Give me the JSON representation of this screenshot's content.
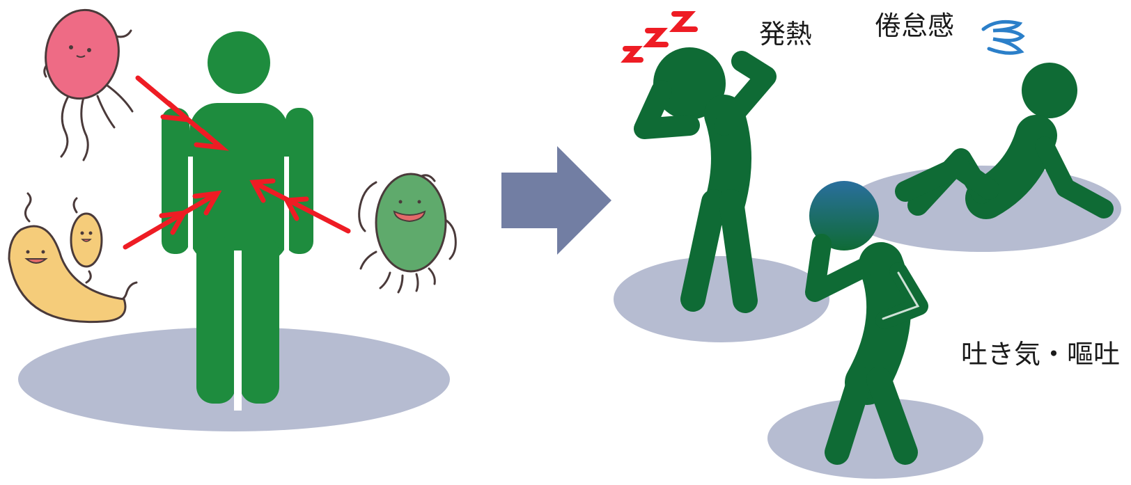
{
  "symptoms": {
    "fever": "発熱",
    "fatigue": "倦怠感",
    "nausea": "吐き気・嘔吐"
  },
  "colors": {
    "person_green": "#1e8c3e",
    "sick_green": "#0f6b35",
    "shadow": "#b6bcd1",
    "arrow_red": "#ee1c24",
    "transition_arrow": "#727ea3",
    "pink_germ": "#ee6b85",
    "yellow_germ": "#f5cc7a",
    "green_germ": "#5faa6c",
    "dizzy_blue": "#2b7fc9",
    "head_blue": "#2a6f9e"
  },
  "icons": [
    "germ-pink-icon",
    "germ-yellow-icon",
    "germ-green-icon",
    "lightning-icon",
    "dizzy-icon",
    "sickness-arrow-icon"
  ]
}
